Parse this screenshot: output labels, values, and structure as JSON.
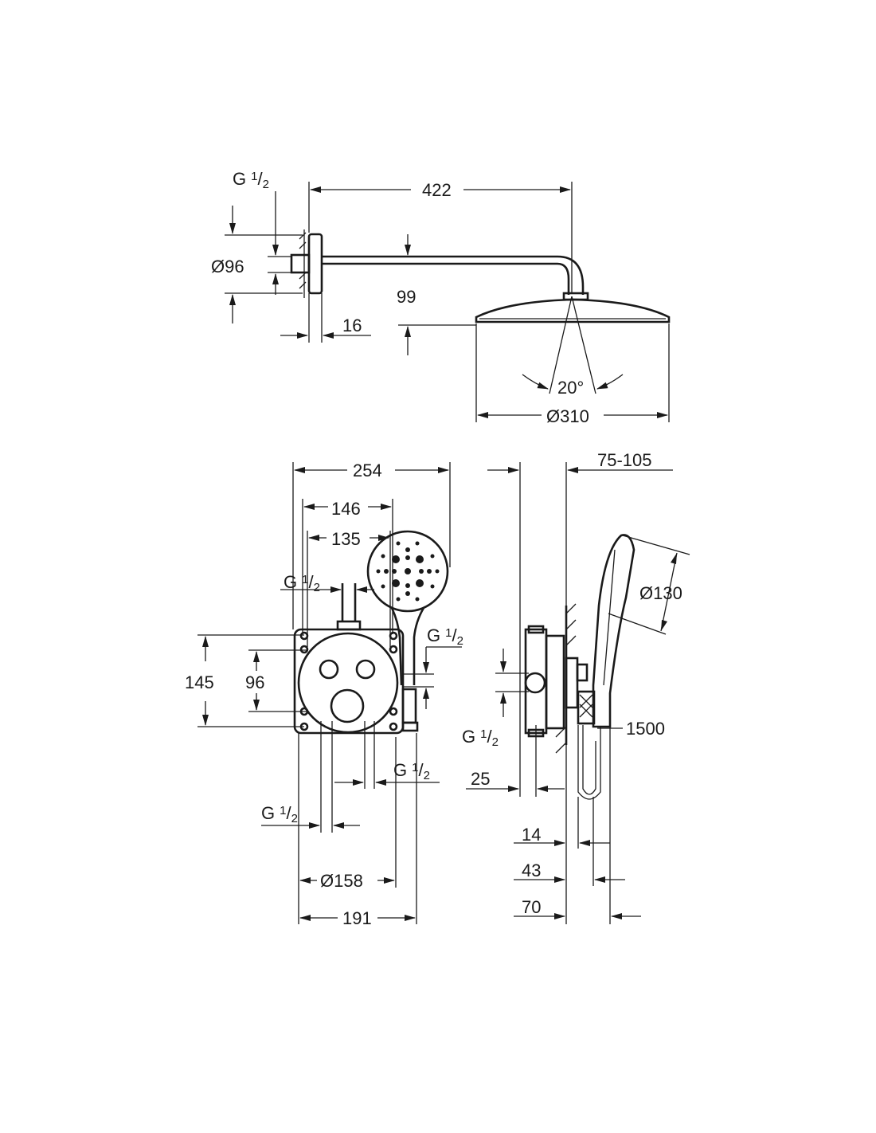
{
  "title": "Shower system dimension drawing",
  "colors": {
    "line": "#1a1a1a",
    "background": "#ffffff"
  },
  "thread": {
    "g": "G",
    "num": "1",
    "den": "2"
  },
  "head_view": {
    "arm_length": "422",
    "flange_diameter": "Ø96",
    "drop": "99",
    "flange_depth": "16",
    "tilt_angle": "20°",
    "head_diameter": "Ø310"
  },
  "front_view": {
    "overall_width": "254",
    "width_146": "146",
    "width_135": "135",
    "box_height": "145",
    "inner_height": "96",
    "plate_diameter": "Ø158",
    "overall_191": "191"
  },
  "side_view": {
    "wall_depth_range": "75-105",
    "hand_shower_diameter": "Ø130",
    "hose_length": "1500",
    "depth_25": "25",
    "depth_14": "14",
    "depth_43": "43",
    "depth_70": "70"
  }
}
